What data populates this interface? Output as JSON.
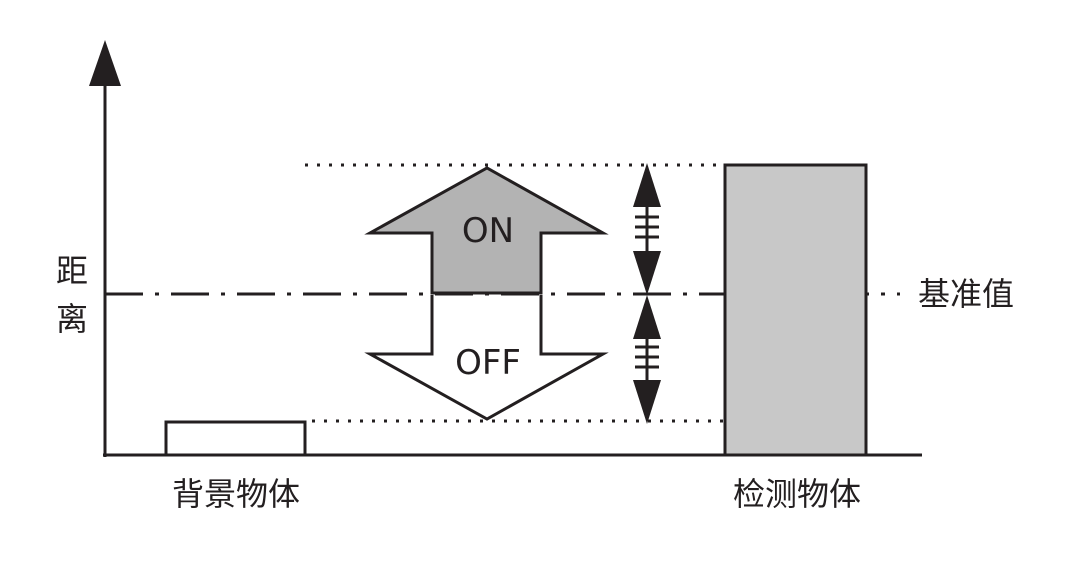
{
  "labels": {
    "axis": "距离",
    "axis_char_1": "距",
    "axis_char_2": "离",
    "reference": "基准值",
    "on": "ON",
    "off": "OFF",
    "background_object": "背景物体",
    "detected_object": "检测物体"
  },
  "colors": {
    "line": "#231f20",
    "fill_gray": "#c8c8c8",
    "arrow_gray": "#b3b3b3",
    "white": "#ffffff"
  }
}
